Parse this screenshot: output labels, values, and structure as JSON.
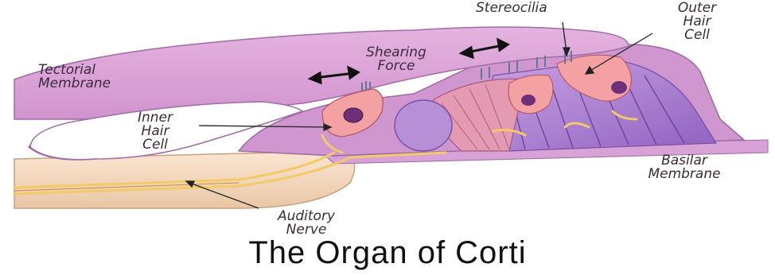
{
  "title": "The Organ of Corti",
  "labels": {
    "stereocilia": "Stereocilia",
    "outer_hair_cell": [
      "Outer",
      "Hair",
      "Cell"
    ],
    "shearing_force": [
      "Shearing",
      "Force"
    ],
    "tectorial_membrane": [
      "Tectorial",
      "Membrane"
    ],
    "inner_hair_cell": [
      "Inner",
      "Hair",
      "Cell"
    ],
    "basilar_membrane": [
      "Basilar",
      "Membrane"
    ],
    "auditory_nerve": [
      "Auditory",
      "Nerve"
    ]
  },
  "colors": {
    "membrane": "#d79ad3",
    "hair_cell": "#f3a1a3",
    "pillar": "#b788d6",
    "nerve": "#f3ca6a",
    "bone": "#f6dcc2"
  }
}
